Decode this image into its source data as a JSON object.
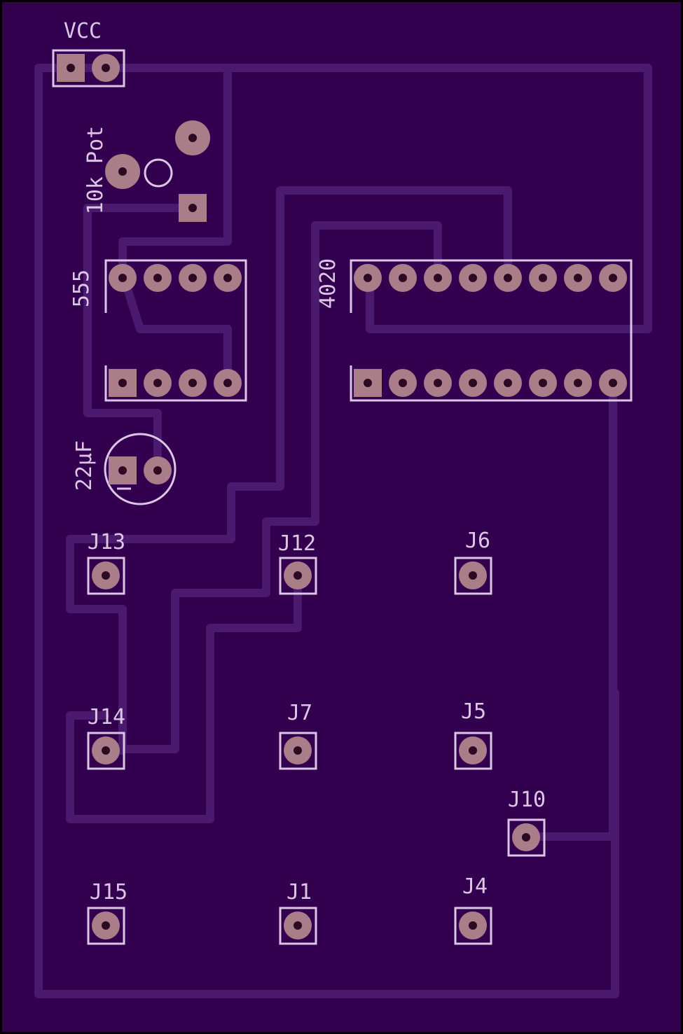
{
  "board": {
    "colors": {
      "background": "#000000",
      "substrate": "#33004f",
      "trace": "#4a1a6e",
      "silkscreen": "#dcc6e6",
      "pad_copper": "#a97e88",
      "drill_hole": "#2b0a22"
    }
  },
  "components": {
    "vcc": {
      "label": "VCC"
    },
    "pot": {
      "label": "10k Pot"
    },
    "timer_ic": {
      "label": "555"
    },
    "counter_ic": {
      "label": "4020"
    },
    "capacitor": {
      "label": "22µF"
    }
  },
  "jumpers": [
    {
      "id": "j13",
      "label": "J13"
    },
    {
      "id": "j12",
      "label": "J12"
    },
    {
      "id": "j6",
      "label": "J6"
    },
    {
      "id": "j14",
      "label": "J14"
    },
    {
      "id": "j7",
      "label": "J7"
    },
    {
      "id": "j5",
      "label": "J5"
    },
    {
      "id": "j10",
      "label": "J10"
    },
    {
      "id": "j15",
      "label": "J15"
    },
    {
      "id": "j1",
      "label": "J1"
    },
    {
      "id": "j4",
      "label": "J4"
    }
  ]
}
